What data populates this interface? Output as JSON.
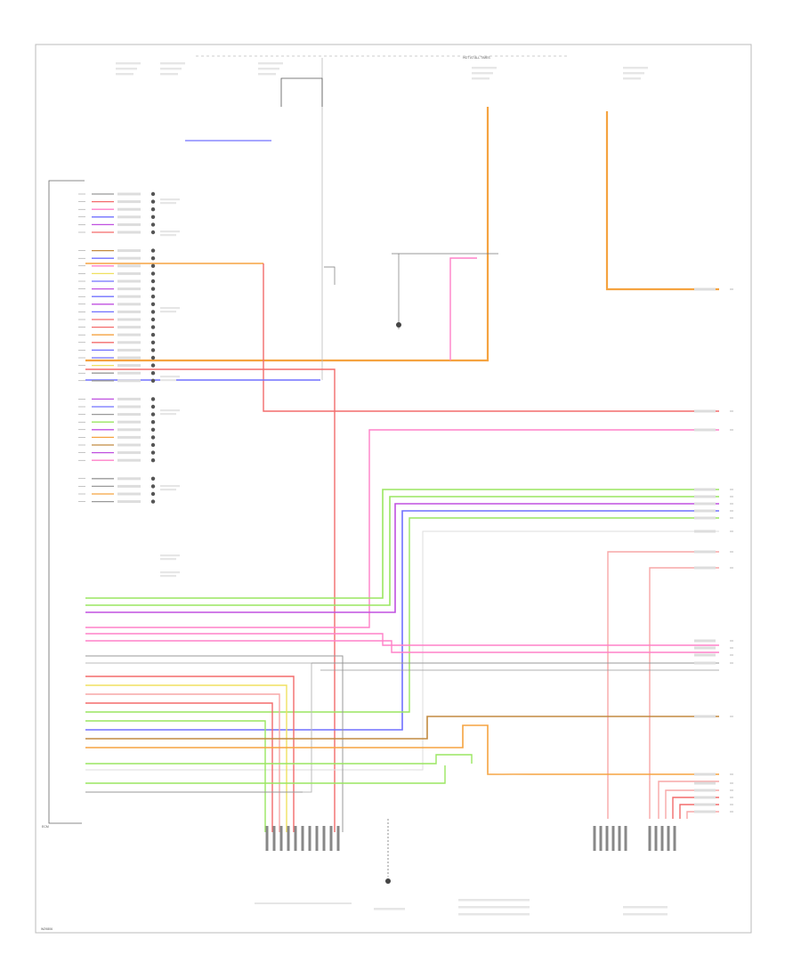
{
  "diagram": {
    "top_banner": "HOT AT ALL TIMES",
    "footer_code": "W29806",
    "engine_ecm_label": "ECM",
    "colors": {
      "orange": "#f5a340",
      "red": "#f36b6b",
      "pink": "#ff80c8",
      "violet": "#c050e0",
      "blue": "#7070ff",
      "green": "#9ae660",
      "yellow": "#f0e060",
      "gray": "#999999",
      "black": "#222222",
      "brown": "#c28a40",
      "salmon": "#f7a7a7",
      "dark_red": "#e05050"
    }
  }
}
